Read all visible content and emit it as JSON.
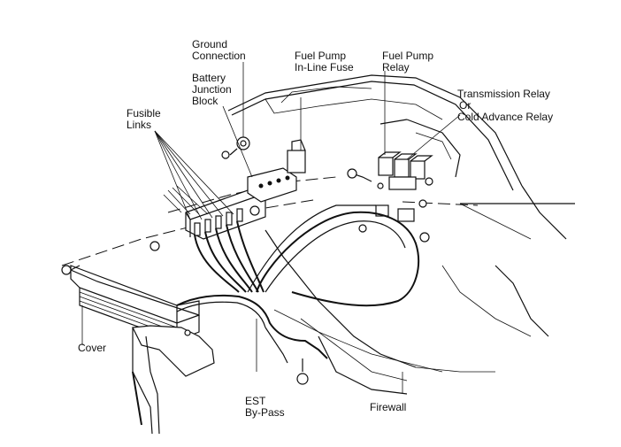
{
  "labels": {
    "ground_connection": [
      "Ground",
      "Connection"
    ],
    "battery_junction_block": [
      "Battery",
      "Junction",
      "Block"
    ],
    "fuel_pump_inline_fuse": [
      "Fuel Pump",
      "In-Line Fuse"
    ],
    "fuel_pump_relay": [
      "Fuel Pump",
      "Relay"
    ],
    "transmission_relay": [
      "Transmission Relay",
      "Or",
      "Cold Advance Relay"
    ],
    "fusible_links": [
      "Fusible",
      "Links"
    ],
    "cover": "Cover",
    "est_bypass": [
      "EST",
      "By-Pass"
    ],
    "firewall": "Firewall"
  }
}
